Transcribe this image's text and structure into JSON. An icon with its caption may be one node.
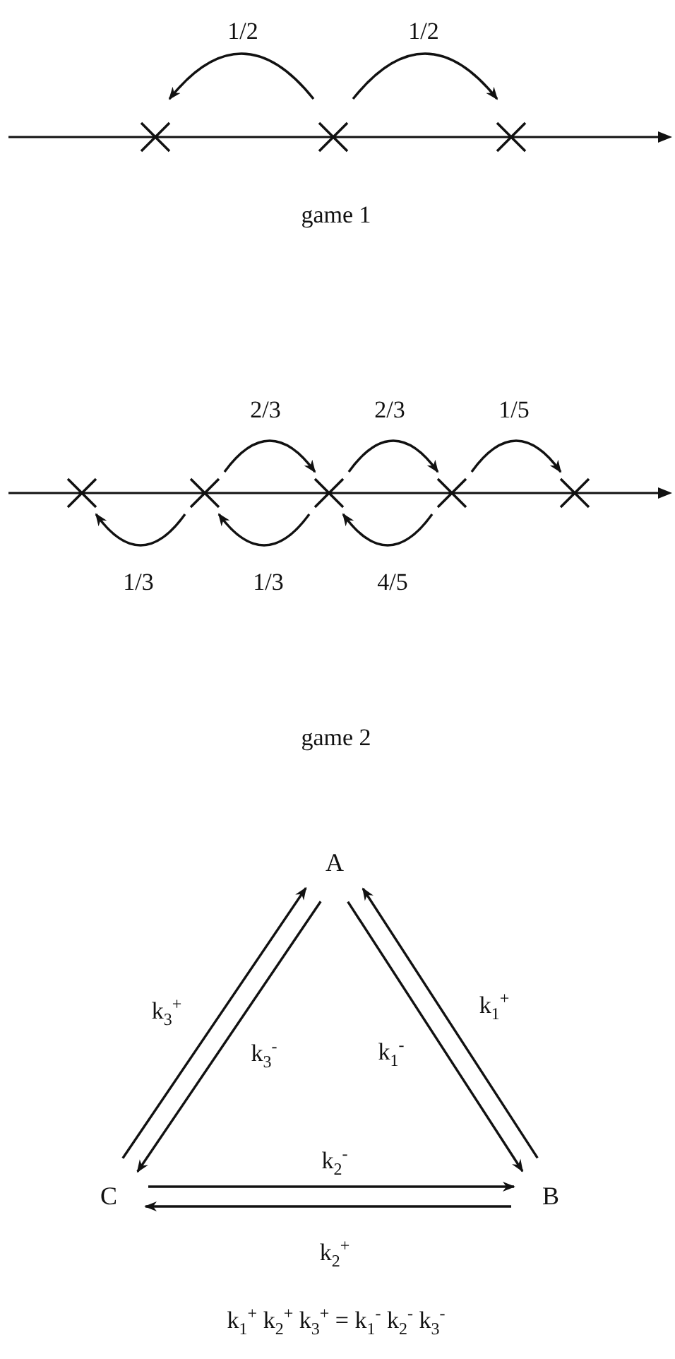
{
  "diagram": {
    "nodes": [
      {
        "text": [],
        "shape": "cross"
      },
      {
        "text": [],
        "shape": "cross"
      },
      {
        "text": [],
        "shape": "cross"
      },
      {
        "text": [],
        "shape": "cross"
      },
      {
        "text": [],
        "shape": "cross"
      },
      {
        "text": [],
        "shape": "cross"
      },
      {
        "text": [],
        "shape": "cross"
      },
      {
        "text": [],
        "shape": "cross"
      },
      {
        "text": [
          "A"
        ]
      },
      {
        "text": [
          "B"
        ]
      },
      {
        "text": [
          "C"
        ]
      }
    ],
    "edges": [
      {
        "from": 1,
        "to": 0,
        "arrow": "to",
        "label": "1/2"
      },
      {
        "from": 1,
        "to": 2,
        "arrow": "to",
        "label": "1/2"
      },
      {
        "from": 4,
        "to": 5,
        "arrow": "to",
        "label": "2/3"
      },
      {
        "from": 5,
        "to": 6,
        "arrow": "to",
        "label": "2/3"
      },
      {
        "from": 6,
        "to": 7,
        "arrow": "to",
        "label": "1/5"
      },
      {
        "from": 4,
        "to": 3,
        "arrow": "to",
        "label": "1/3"
      },
      {
        "from": 5,
        "to": 4,
        "arrow": "to",
        "label": "1/3"
      },
      {
        "from": 6,
        "to": 5,
        "arrow": "to",
        "label": "4/5"
      },
      {
        "from": 10,
        "to": 8,
        "arrow": "to",
        "label": "k$_{3}$$^{+}$"
      },
      {
        "from": 8,
        "to": 10,
        "arrow": "to",
        "label": "k$_{3}$$^{-}$"
      },
      {
        "from": 8,
        "to": 9,
        "arrow": "to",
        "label": "k$_{1}$$^{-}$"
      },
      {
        "from": 9,
        "to": 8,
        "arrow": "to",
        "label": "k$_{1}$$^{+}$"
      },
      {
        "from": 10,
        "to": 9,
        "arrow": "to",
        "label": "k$_{2}$$^{-}$"
      },
      {
        "from": 9,
        "to": 10,
        "arrow": "to",
        "label": "k$_{2}$$^{+}$"
      }
    ],
    "labels": [
      "game 1",
      "game 2",
      "k$_{1}$$^{+}$ k$_{2}$$^{+}$ k$_{3}$$^{+}$ = k$_{1}$$^{-}$ k$_{2}$$^{-}$ k$_{3}$$^{-}$"
    ]
  }
}
